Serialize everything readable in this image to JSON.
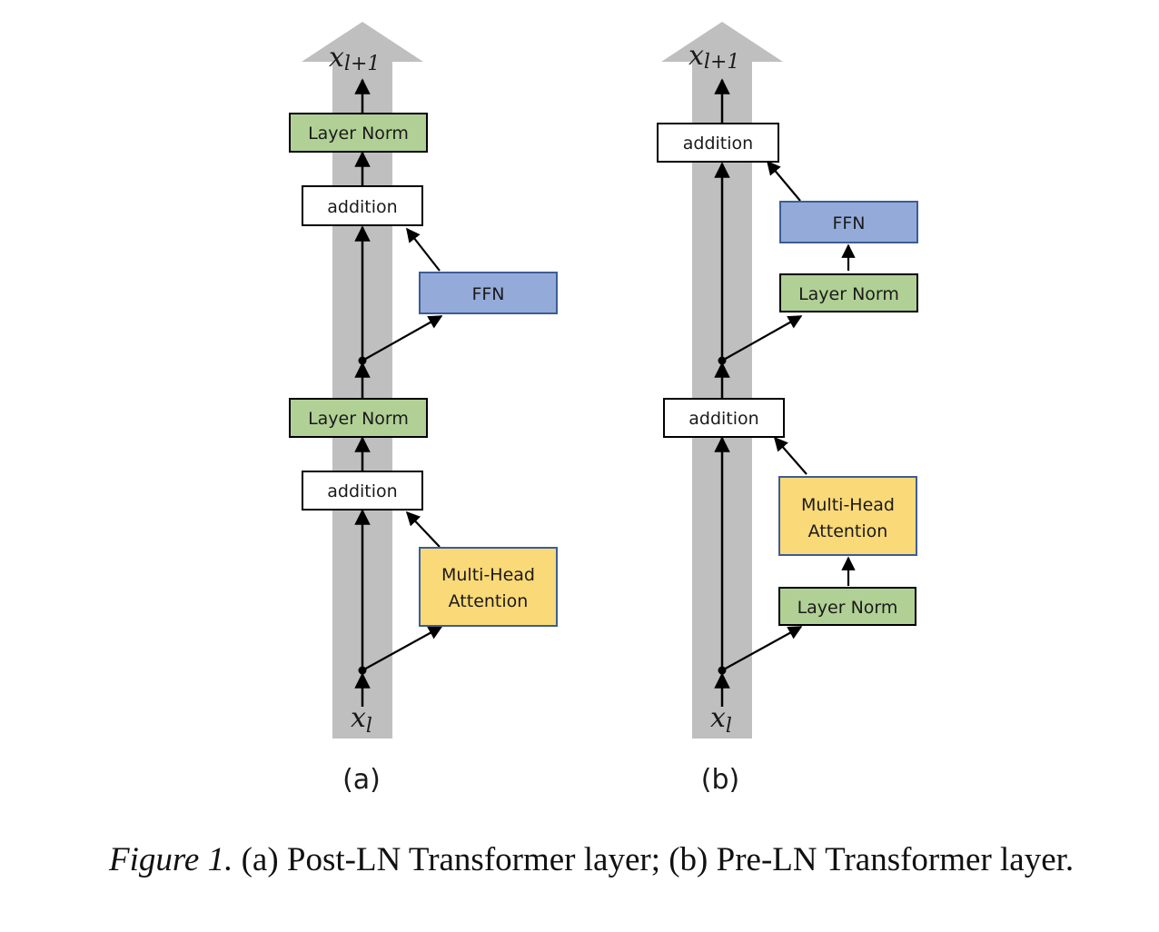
{
  "figure": {
    "panels": [
      {
        "id": "a",
        "label": "(a)",
        "input": "x",
        "input_sub": "l",
        "output": "x",
        "output_sub": "l+1",
        "boxes": [
          {
            "label": "Layer Norm",
            "kind": "layernorm"
          },
          {
            "label": "addition",
            "kind": "addition"
          },
          {
            "label": "FFN",
            "kind": "ffn"
          },
          {
            "label": "Layer Norm",
            "kind": "layernorm"
          },
          {
            "label": "addition",
            "kind": "addition"
          },
          {
            "label_lines": [
              "Multi-Head",
              "Attention"
            ],
            "kind": "attention"
          }
        ]
      },
      {
        "id": "b",
        "label": "(b)",
        "input": "x",
        "input_sub": "l",
        "output": "x",
        "output_sub": "l+1",
        "boxes": [
          {
            "label": "addition",
            "kind": "addition"
          },
          {
            "label": "FFN",
            "kind": "ffn"
          },
          {
            "label": "Layer Norm",
            "kind": "layernorm"
          },
          {
            "label": "addition",
            "kind": "addition"
          },
          {
            "label_lines": [
              "Multi-Head",
              "Attention"
            ],
            "kind": "attention"
          },
          {
            "label": "Layer Norm",
            "kind": "layernorm"
          }
        ]
      }
    ],
    "colors": {
      "layernorm": "#b1d095",
      "ffn": "#94abd9",
      "attention": "#fad978",
      "addition": "#ffffff",
      "residual_stream": "#bfbfbf",
      "blue_border": "#3d5d95"
    }
  },
  "caption": {
    "figure_label": "Figure 1.",
    "text": " (a) Post-LN Transformer layer; (b) Pre-LN Transformer layer."
  }
}
